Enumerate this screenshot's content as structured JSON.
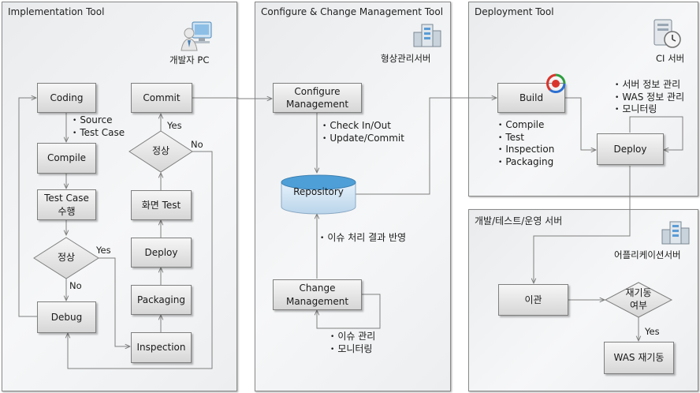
{
  "panels": {
    "implementation": {
      "title": "Implementation Tool",
      "icon_label": "개발자 PC",
      "boxes": {
        "coding": "Coding",
        "compile": "Compile",
        "test_case": "Test Case\n수행",
        "debug": "Debug",
        "commit": "Commit",
        "screen_test": "화면 Test",
        "deploy": "Deploy",
        "packaging": "Packaging",
        "inspection": "Inspection"
      },
      "decision_1": {
        "text": "정상",
        "yes": "Yes",
        "no": "No"
      },
      "decision_2": {
        "text": "정상",
        "yes": "Yes",
        "no": "No"
      },
      "coding_notes": [
        "Source",
        "Test Case"
      ]
    },
    "configure": {
      "title": "Configure & Change Management Tool",
      "icon_label": "형상관리서버",
      "boxes": {
        "configure_management": "Configure\nManagement",
        "change_management": "Change\nManagement"
      },
      "repository": "Repository",
      "config_notes": [
        "Check In/Out",
        "Update/Commit"
      ],
      "feedback_note": "이슈 처리 결과 반영",
      "change_notes": [
        "이슈 관리",
        "모니터링"
      ]
    },
    "deployment": {
      "title": "Deployment Tool",
      "icon_label": "CI 서버",
      "boxes": {
        "build": "Build",
        "deploy": "Deploy"
      },
      "build_notes": [
        "Compile",
        "Test",
        "Inspection",
        "Packaging"
      ],
      "deploy_notes": [
        "서버 정보 관리",
        "WAS 정보 관리",
        "모니터링"
      ]
    },
    "server": {
      "title": "개발/테스트/운영 서버",
      "icon_label": "어플리케이션서버",
      "boxes": {
        "transfer": "이관",
        "was_restart": "WAS 재기동"
      },
      "decision": {
        "text": "재기동\n여부",
        "yes": "Yes"
      }
    }
  },
  "colors": {
    "panel_border": "#8a8a8a",
    "box_border": "#7f7f7f",
    "line": "#7f7f7f",
    "repository": "#bcd9ef"
  }
}
